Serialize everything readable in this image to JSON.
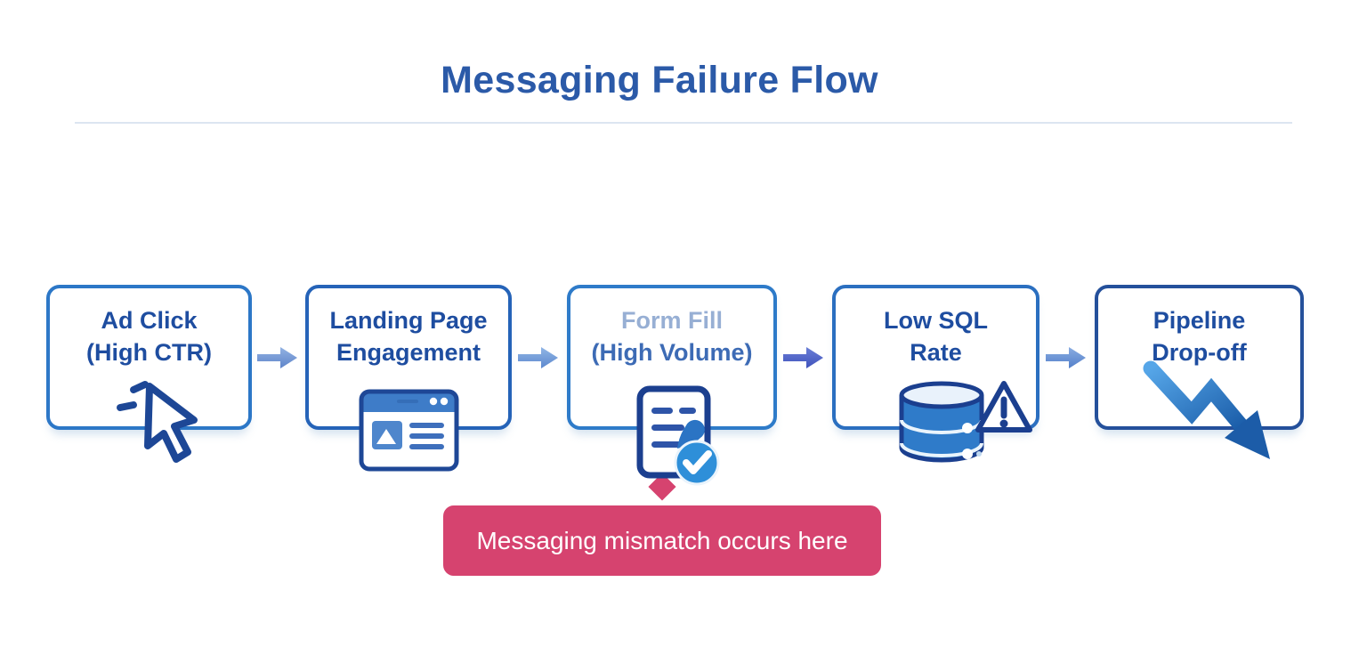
{
  "header": {
    "title": "Messaging Failure Flow"
  },
  "flow": {
    "nodes": [
      {
        "id": "ad-click",
        "line1": "Ad Click",
        "line2": "(High CTR)",
        "icon": "cursor-click-icon"
      },
      {
        "id": "landing-page",
        "line1": "Landing Page",
        "line2": "Engagement",
        "icon": "browser-window-icon"
      },
      {
        "id": "form-fill",
        "line1": "Form Fill",
        "line2": "(High Volume)",
        "icon": "form-checkmark-icon"
      },
      {
        "id": "low-sql-rate",
        "line1": "Low SQL",
        "line2": "Rate",
        "icon": "database-warning-icon"
      },
      {
        "id": "pipeline-dropoff",
        "line1": "Pipeline",
        "line2": "Drop-off",
        "icon": "declining-zigzag-arrow-icon"
      }
    ]
  },
  "callout": {
    "label": "Messaging mismatch occurs here"
  },
  "colors": {
    "title_blue": "#2B5AA8",
    "node_text_blue": "#1E4DA0",
    "faded_text_blue": "#97AFD4",
    "muted_text_blue": "#3D6BB5",
    "node_border_1": "#2C77C7",
    "node_border_2": "#2563B8",
    "node_border_3": "#2E7BC9",
    "node_border_4": "#2B6FC0",
    "node_border_5": "#24509B",
    "arrow_blue_1": "#6E95D4",
    "arrow_blue_2": "#6D9AD9",
    "arrow_indigo_3": "#4B60C6",
    "arrow_blue_4": "#6290D3",
    "callout_pink": "#D6436F",
    "icon_navy": "#1B3F8F",
    "icon_blue": "#2F7BC9",
    "check_blue": "#2E8FD9",
    "divider_gray": "#DCE5F1"
  }
}
